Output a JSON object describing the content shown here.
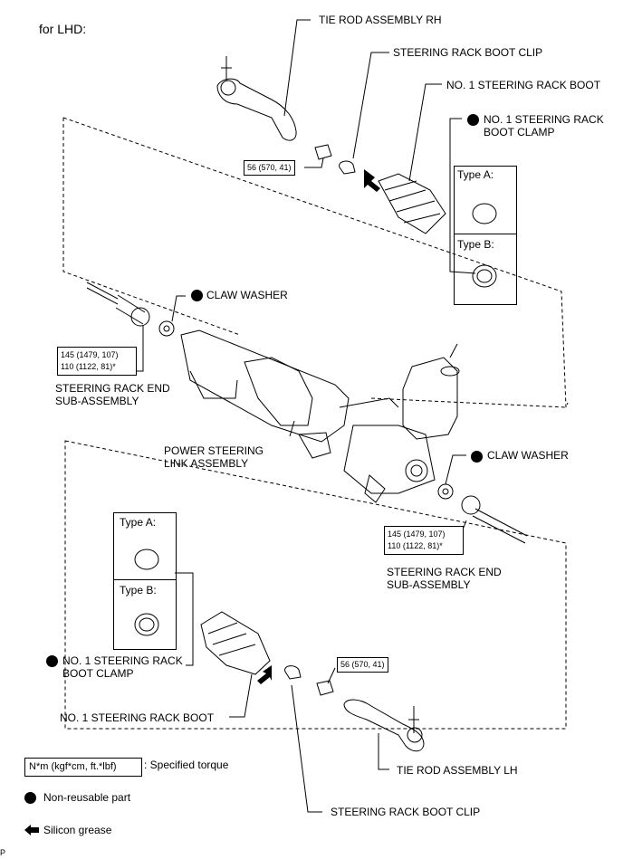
{
  "header": {
    "variant": "for LHD:"
  },
  "labels": {
    "tie_rod_rh": "TIE ROD ASSEMBLY RH",
    "boot_clip_top": "STEERING RACK BOOT CLIP",
    "rack_boot_top": "NO. 1 STEERING RACK BOOT",
    "boot_clamp_top_l1": "NO. 1 STEERING RACK",
    "boot_clamp_top_l2": "BOOT CLAMP",
    "type_a_top": "Type A:",
    "type_b_top": "Type B:",
    "claw_washer_left": "CLAW WASHER",
    "rack_end_left_l1": "STEERING RACK END",
    "rack_end_left_l2": "SUB-ASSEMBLY",
    "power_link_l1": "POWER STEERING",
    "power_link_l2": "LINK ASSEMBLY",
    "claw_washer_right": "CLAW WASHER",
    "rack_end_right_l1": "STEERING RACK END",
    "rack_end_right_l2": "SUB-ASSEMBLY",
    "type_a_bottom": "Type A:",
    "type_b_bottom": "Type B:",
    "boot_clamp_bottom_l1": "NO. 1 STEERING RACK",
    "boot_clamp_bottom_l2": "BOOT CLAMP",
    "rack_boot_bottom": "NO. 1 STEERING RACK BOOT",
    "tie_rod_lh": "TIE ROD ASSEMBLY LH",
    "boot_clip_bottom": "STEERING RACK BOOT CLIP"
  },
  "torques": {
    "tie_rod_nut_top": "56 (570, 41)",
    "rack_end_left_1": "145 (1479, 107)",
    "rack_end_left_2": "110 (1122, 81)*",
    "rack_end_right_1": "145 (1479, 107)",
    "rack_end_right_2": "110 (1122, 81)*",
    "tie_rod_nut_bottom": "56 (570, 41)"
  },
  "legend": {
    "torque_box": "N*m (kgf*cm, ft.*lbf)",
    "torque_desc": ": Specified torque",
    "nonreusable": "Non-reusable part",
    "grease": "Silicon grease"
  },
  "footer": {
    "code": "P"
  },
  "icons": [
    "non-reusable-dot-icon",
    "silicon-grease-arrow-icon"
  ]
}
